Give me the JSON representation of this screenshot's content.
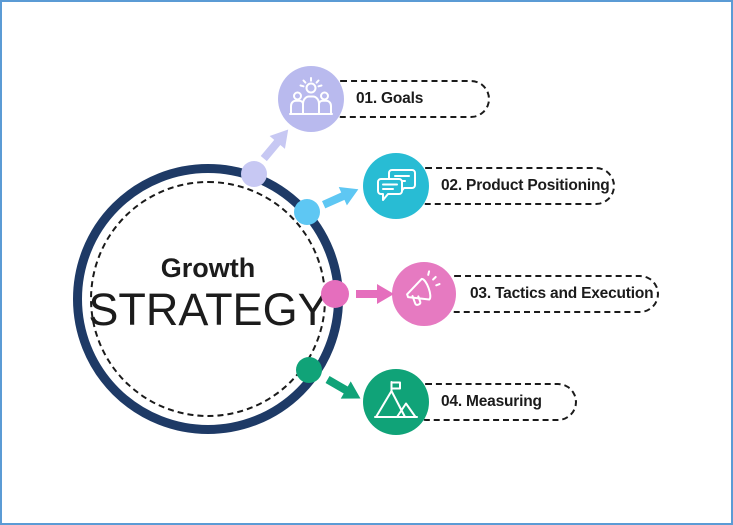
{
  "diagram": {
    "center": {
      "title_top": "Growth",
      "title_main": "STRATEGY"
    },
    "items": [
      {
        "label": "01. Goals",
        "icon": "team-people-sun-icon",
        "circle_color": "#b9baee",
        "accent_color": "#c7c8f3"
      },
      {
        "label": "02. Product Positioning",
        "icon": "chat-bubbles-icon",
        "circle_color": "#28bcd4",
        "accent_color": "#5ec7f3"
      },
      {
        "label": "03. Tactics and Execution",
        "icon": "megaphone-icon",
        "circle_color": "#e67ac1",
        "accent_color": "#e56ebd"
      },
      {
        "label": "04. Measuring",
        "icon": "mountain-flag-icon",
        "circle_color": "#10a378",
        "accent_color": "#10a378"
      }
    ],
    "colors": {
      "ring_navy": "#1e3a66",
      "frame_border": "#5B9BD5",
      "text": "#1c1c1c",
      "background": "#ffffff"
    }
  }
}
